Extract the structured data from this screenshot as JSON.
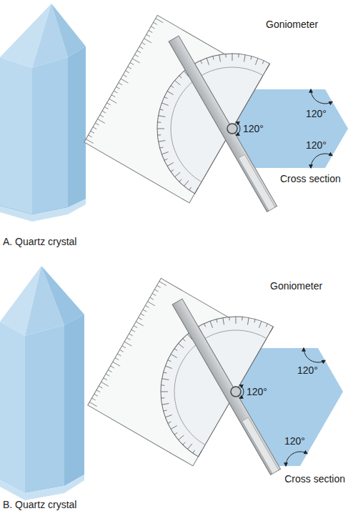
{
  "diagram": {
    "labels": [
      "Goniometer",
      "120°",
      "120°",
      "120°",
      "Cross section",
      "A. Quartz crystal",
      "Goniometer",
      "120°",
      "120°",
      "120°",
      "Cross section",
      "B. Quartz crystal"
    ]
  }
}
